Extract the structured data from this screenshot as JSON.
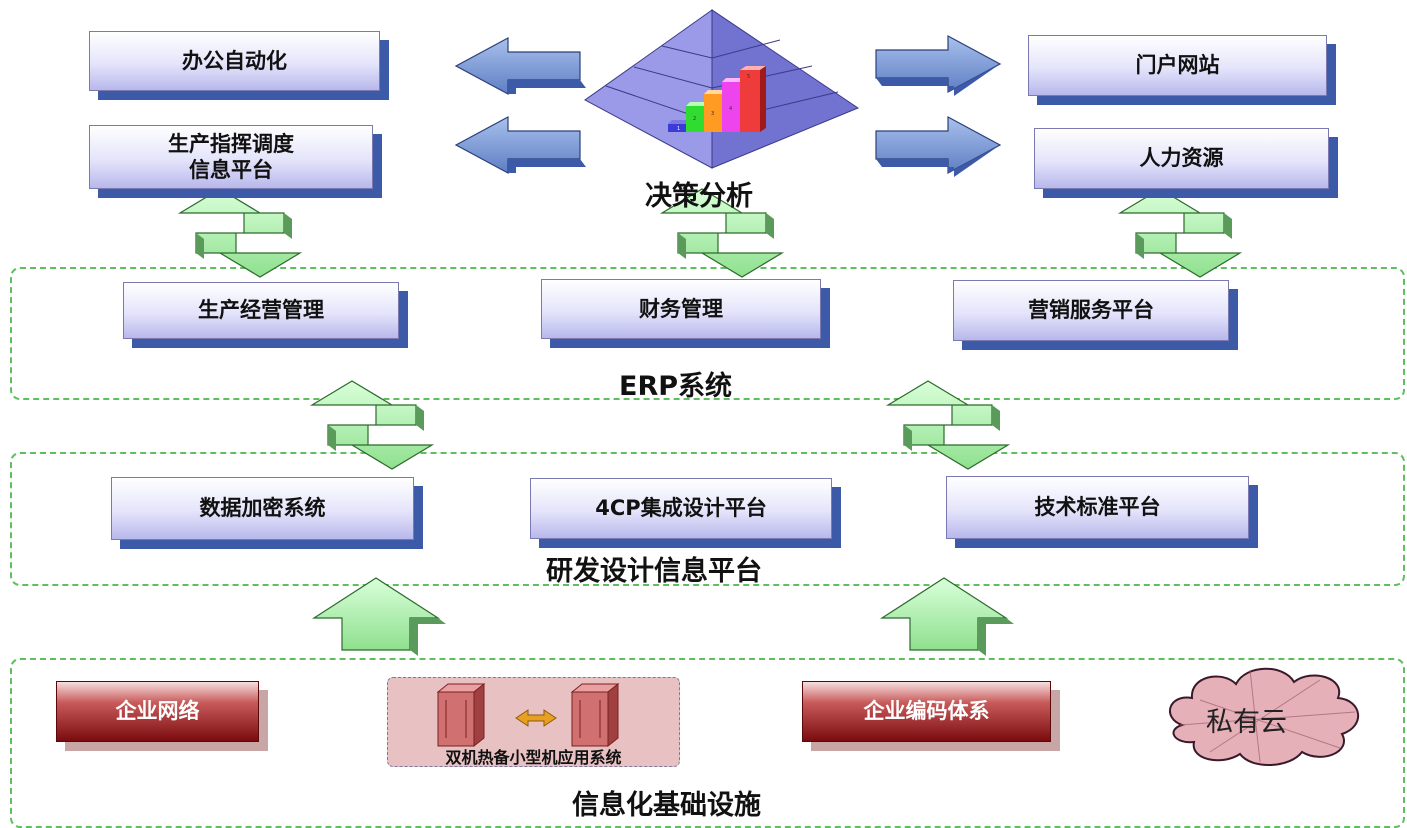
{
  "top": {
    "office_automation": "办公自动化",
    "production_dispatch": "生产指挥调度\n信息平台",
    "portal": "门户网站",
    "hr": "人力资源",
    "decision_label": "决策分析",
    "pyramid_bars": [
      "1",
      "2",
      "3",
      "4",
      "5"
    ]
  },
  "erp": {
    "items": [
      "生产经营管理",
      "财务管理",
      "营销服务平台"
    ],
    "label": "ERP系统"
  },
  "rd": {
    "items": [
      "数据加密系统",
      "4CP集成设计平台",
      "技术标准平台"
    ],
    "label": "研发设计信息平台"
  },
  "infra": {
    "network": "企业网络",
    "dual_system": "双机热备小型机应用系统",
    "coding": "企业编码体系",
    "cloud": "私有云",
    "label": "信息化基础设施"
  },
  "colors": {
    "box_shadow": "#3d5aa8",
    "green_arrow": "#a6f0a6",
    "blue_arrow": "#6f8fcf",
    "dashed_border": "#5fbf5f",
    "infra_box": "#8b1a1a",
    "pyramid": "#8a8ae0"
  }
}
